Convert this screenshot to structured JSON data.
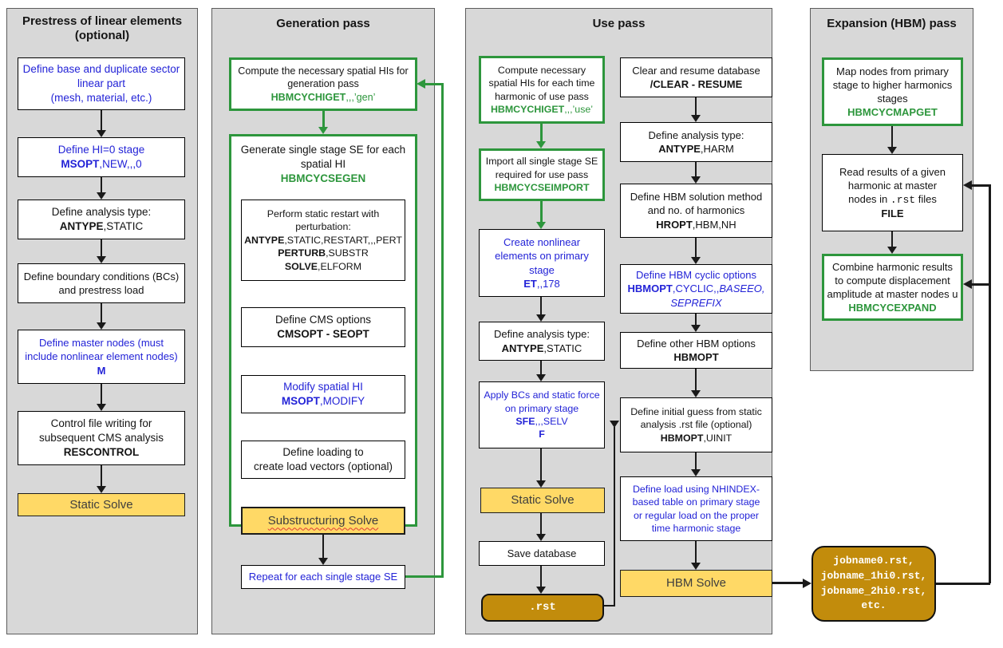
{
  "colors": {
    "accent_green": "#2d963c",
    "accent_blue": "#2323d7",
    "solve_yellow": "#ffd966",
    "file_orange": "#c28c0c",
    "panel_grey": "#d8d8d8"
  },
  "panels": {
    "prestress": {
      "title": [
        "Prestress of linear elements",
        "(optional)"
      ],
      "define_linear_part": [
        "Define base and duplicate sector",
        "linear part",
        "(mesh, material, etc.)"
      ],
      "define_hi0_stage": [
        "Define HI=0 stage",
        [
          {
            "t": "MSOPT",
            "s": "b"
          },
          {
            "t": ",NEW,,,0"
          }
        ]
      ],
      "define_analysis_type": [
        "Define analysis type:",
        [
          {
            "t": "ANTYPE",
            "s": "b"
          },
          {
            "t": ",STATIC"
          }
        ]
      ],
      "define_bcs": [
        "Define boundary conditions (BCs)",
        "and prestress load"
      ],
      "define_master_nodes": [
        "Define master nodes (must",
        "include nonlinear element nodes)",
        [
          {
            "t": "M",
            "s": "b"
          }
        ]
      ],
      "control_file_writing": [
        "Control file writing for",
        "subsequent CMS analysis",
        [
          {
            "t": "RESCONTROL",
            "s": "b"
          }
        ]
      ],
      "static_solve": "Static Solve"
    },
    "generation": {
      "title": "Generation pass",
      "compute_his": [
        "Compute the necessary spatial HIs for",
        "generation pass",
        [
          {
            "t": "HBMCYCHIGET",
            "s": "b g"
          },
          {
            "t": ",,,’gen’",
            "s": "g"
          }
        ]
      ],
      "segen_header": [
        "Generate single stage SE for each",
        "spatial HI",
        [
          {
            "t": "HBMCYCSEGEN",
            "s": "b g"
          }
        ]
      ],
      "static_restart": [
        "Perform static restart with",
        "perturbation:",
        [
          {
            "t": "ANTYPE",
            "s": "b"
          },
          {
            "t": ",STATIC,RESTART,,,PERT"
          }
        ],
        [
          {
            "t": "PERTURB",
            "s": "b"
          },
          {
            "t": ",SUBSTR"
          }
        ],
        [
          {
            "t": "SOLVE",
            "s": "b"
          },
          {
            "t": ",ELFORM"
          }
        ]
      ],
      "cms_options": [
        "Define CMS options",
        [
          {
            "t": "CMSOPT - SEOPT",
            "s": "b"
          }
        ]
      ],
      "modify_hi": [
        "Modify spatial HI",
        [
          {
            "t": "MSOPT",
            "s": "b"
          },
          {
            "t": ",MODIFY"
          }
        ]
      ],
      "define_loading": [
        "Define loading to",
        "create load vectors (optional)"
      ],
      "substructuring_solve": "Substructuring Solve",
      "repeat_each_se": "Repeat for each single stage SE"
    },
    "use": {
      "title": "Use pass",
      "compute_his": [
        "Compute necessary",
        "spatial HIs for each time",
        "harmonic of use pass",
        [
          {
            "t": "HBMCYCHIGET",
            "s": "b g"
          },
          {
            "t": ",,,’use’",
            "s": "g"
          }
        ]
      ],
      "import_se": [
        "Import all single stage SE",
        "required for use pass",
        [
          {
            "t": "HBMCYCSEIMPORT",
            "s": "b g"
          }
        ]
      ],
      "create_nonlinear": [
        "Create nonlinear",
        "elements on primary",
        "stage",
        [
          {
            "t": "ET",
            "s": "b"
          },
          {
            "t": ",,178"
          }
        ]
      ],
      "analysis_static": [
        "Define analysis type:",
        [
          {
            "t": "ANTYPE",
            "s": "b"
          },
          {
            "t": ",STATIC"
          }
        ]
      ],
      "apply_bcs": [
        "Apply BCs and static force",
        "on primary stage",
        [
          {
            "t": "SFE",
            "s": "b"
          },
          {
            "t": ",,,SELV"
          }
        ],
        [
          {
            "t": "F",
            "s": "b"
          }
        ]
      ],
      "static_solve": "Static Solve",
      "save_database": "Save database",
      "rst_file": ".rst",
      "clear_resume": [
        "Clear and resume database",
        [
          {
            "t": "/CLEAR - RESUME",
            "s": "b"
          }
        ]
      ],
      "analysis_harm": [
        "Define analysis type:",
        [
          {
            "t": "ANTYPE",
            "s": "b"
          },
          {
            "t": ",HARM"
          }
        ]
      ],
      "hbm_method": [
        "Define HBM solution method",
        "and no. of harmonics",
        [
          {
            "t": "HROPT",
            "s": "b"
          },
          {
            "t": ",HBM,NH"
          }
        ]
      ],
      "hbm_cyclic": [
        "Define HBM cyclic options",
        [
          {
            "t": "HBMOPT",
            "s": "b"
          },
          {
            "t": ",CYCLIC,,"
          },
          {
            "t": "BASEEO,",
            "s": "i"
          }
        ],
        [
          {
            "t": "SEPREFIX",
            "s": "i"
          }
        ]
      ],
      "hbm_other": [
        "Define other HBM options",
        [
          {
            "t": "HBMOPT",
            "s": "b"
          }
        ]
      ],
      "initial_guess": [
        "Define initial guess from static",
        "analysis .rst file (optional)",
        [
          {
            "t": "HBMOPT",
            "s": "b"
          },
          {
            "t": ",UINIT"
          }
        ]
      ],
      "define_load": [
        "Define load using NHINDEX-",
        "based table on primary stage",
        "or regular load on the proper",
        "time harmonic stage"
      ],
      "hbm_solve": "HBM Solve"
    },
    "expansion": {
      "title": "Expansion (HBM) pass",
      "map_nodes": [
        "Map nodes from primary",
        "stage to higher harmonics",
        "stages",
        [
          {
            "t": "HBMCYCMAPGET",
            "s": "b g"
          }
        ]
      ],
      "read_results": [
        "Read results of a given",
        "harmonic at master",
        [
          {
            "t": "nodes in "
          },
          {
            "t": ".rst",
            "s": "m"
          },
          {
            "t": " files"
          }
        ],
        [
          {
            "t": "FILE",
            "s": "b"
          }
        ]
      ],
      "combine_results": [
        "Combine harmonic results",
        "to compute displacement",
        "amplitude at master nodes u",
        [
          {
            "t": "HBMCYCEXPAND",
            "s": "b g"
          }
        ]
      ]
    }
  },
  "outputs": {
    "jobname_files": [
      [
        {
          "t": "jobname0.rst,",
          "s": "m"
        }
      ],
      [
        {
          "t": "jobname_1hi0.rst,",
          "s": "m"
        }
      ],
      [
        {
          "t": "jobname_2hi0.rst,",
          "s": "m"
        }
      ],
      [
        {
          "t": "etc.",
          "s": "b"
        }
      ]
    ]
  }
}
